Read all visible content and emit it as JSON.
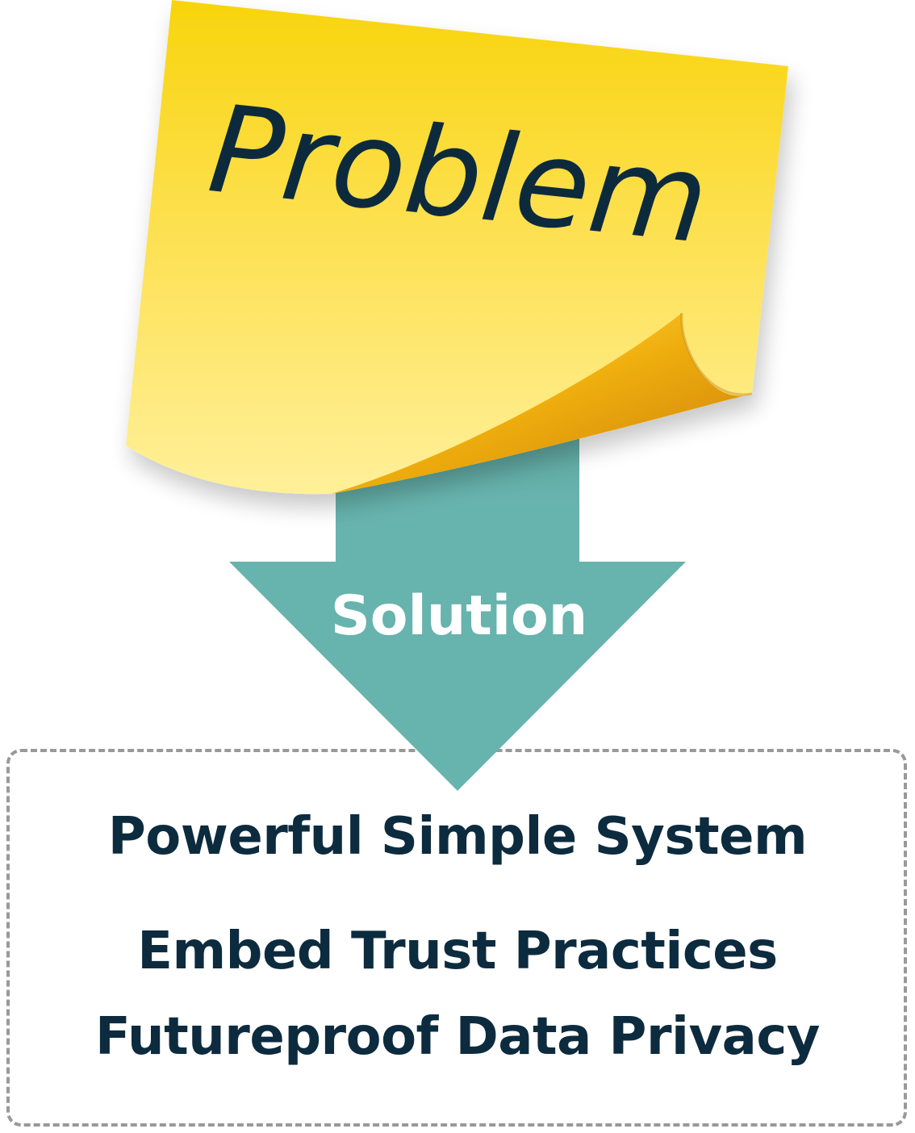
{
  "sticky_note": {
    "label": "Problem",
    "ink_color": "#0d2b3e",
    "paper_color": "#fbd320"
  },
  "arrow": {
    "label": "Solution",
    "color": "#67b3ad",
    "label_color": "#ffffff"
  },
  "result_box": {
    "lines": [
      "Powerful Simple System",
      "Embed Trust Practices",
      "Futureproof Data Privacy"
    ],
    "text_color": "#0d2b3e",
    "border_color": "#999999"
  }
}
